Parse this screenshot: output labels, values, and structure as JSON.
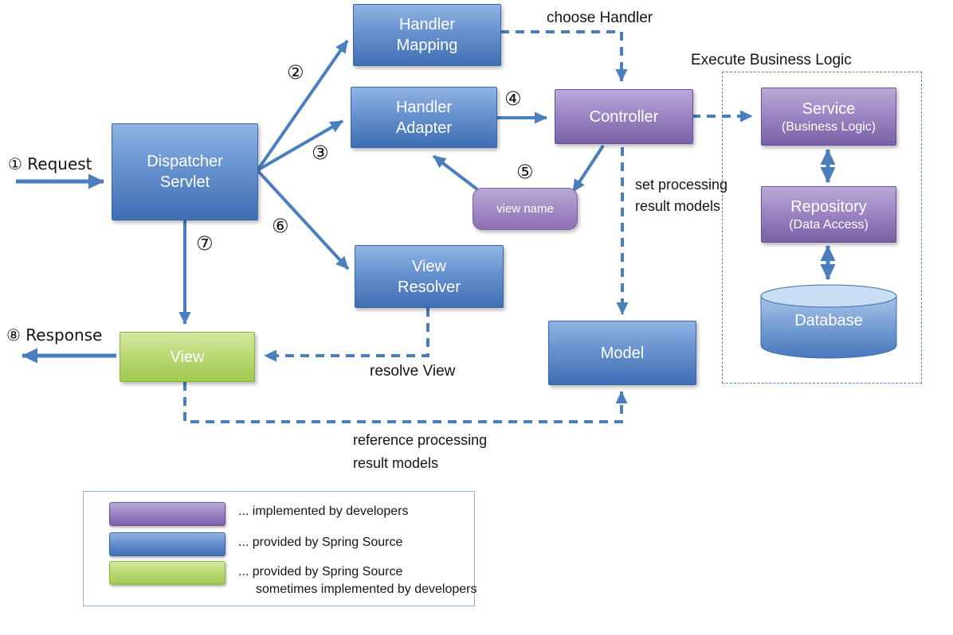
{
  "colors": {
    "arrow_blue": "#4a7ebc",
    "blue_box_top": "#90b4e3",
    "blue_box_bottom": "#3f6eb2",
    "purple_box_top": "#b9aad7",
    "purple_box_bottom": "#7a5fa6",
    "green_box_top": "#d4e79e",
    "green_box_bottom": "#9fc94e",
    "annotation_text": "#141414",
    "legend_border": "#8db3dc"
  },
  "nodes": {
    "dispatcher_servlet": {
      "line1": "Dispatcher",
      "line2": "Servlet"
    },
    "handler_mapping": {
      "line1": "Handler",
      "line2": "Mapping"
    },
    "handler_adapter": {
      "line1": "Handler",
      "line2": "Adapter"
    },
    "controller": {
      "label": "Controller"
    },
    "view_name": {
      "label": "view name"
    },
    "view_resolver": {
      "line1": "View",
      "line2": "Resolver"
    },
    "view": {
      "label": "View"
    },
    "model": {
      "label": "Model"
    },
    "service": {
      "label": "Service",
      "sublabel": "(Business Logic)"
    },
    "repository": {
      "label": "Repository",
      "sublabel": "(Data Access)"
    },
    "database": {
      "label": "Database"
    }
  },
  "annotations": {
    "request": "① Request",
    "response": "⑧ Response",
    "choose_handler": "choose Handler",
    "execute_business_logic": "Execute Business Logic",
    "set_processing_line1": "set processing",
    "set_processing_line2": "result models",
    "resolve_view": "resolve View",
    "reference_processing_line1": "reference processing",
    "reference_processing_line2": "result models",
    "step2": "②",
    "step3": "③",
    "step4": "④",
    "step5": "⑤",
    "step6": "⑥",
    "step7": "⑦"
  },
  "legend": {
    "items": [
      {
        "swatch_color": "purple",
        "label": "... implemented by developers"
      },
      {
        "swatch_color": "blue",
        "label": "... provided by Spring Source"
      },
      {
        "swatch_color": "green",
        "label": "... provided by Spring Source",
        "label2": "sometimes implemented by developers"
      }
    ]
  }
}
